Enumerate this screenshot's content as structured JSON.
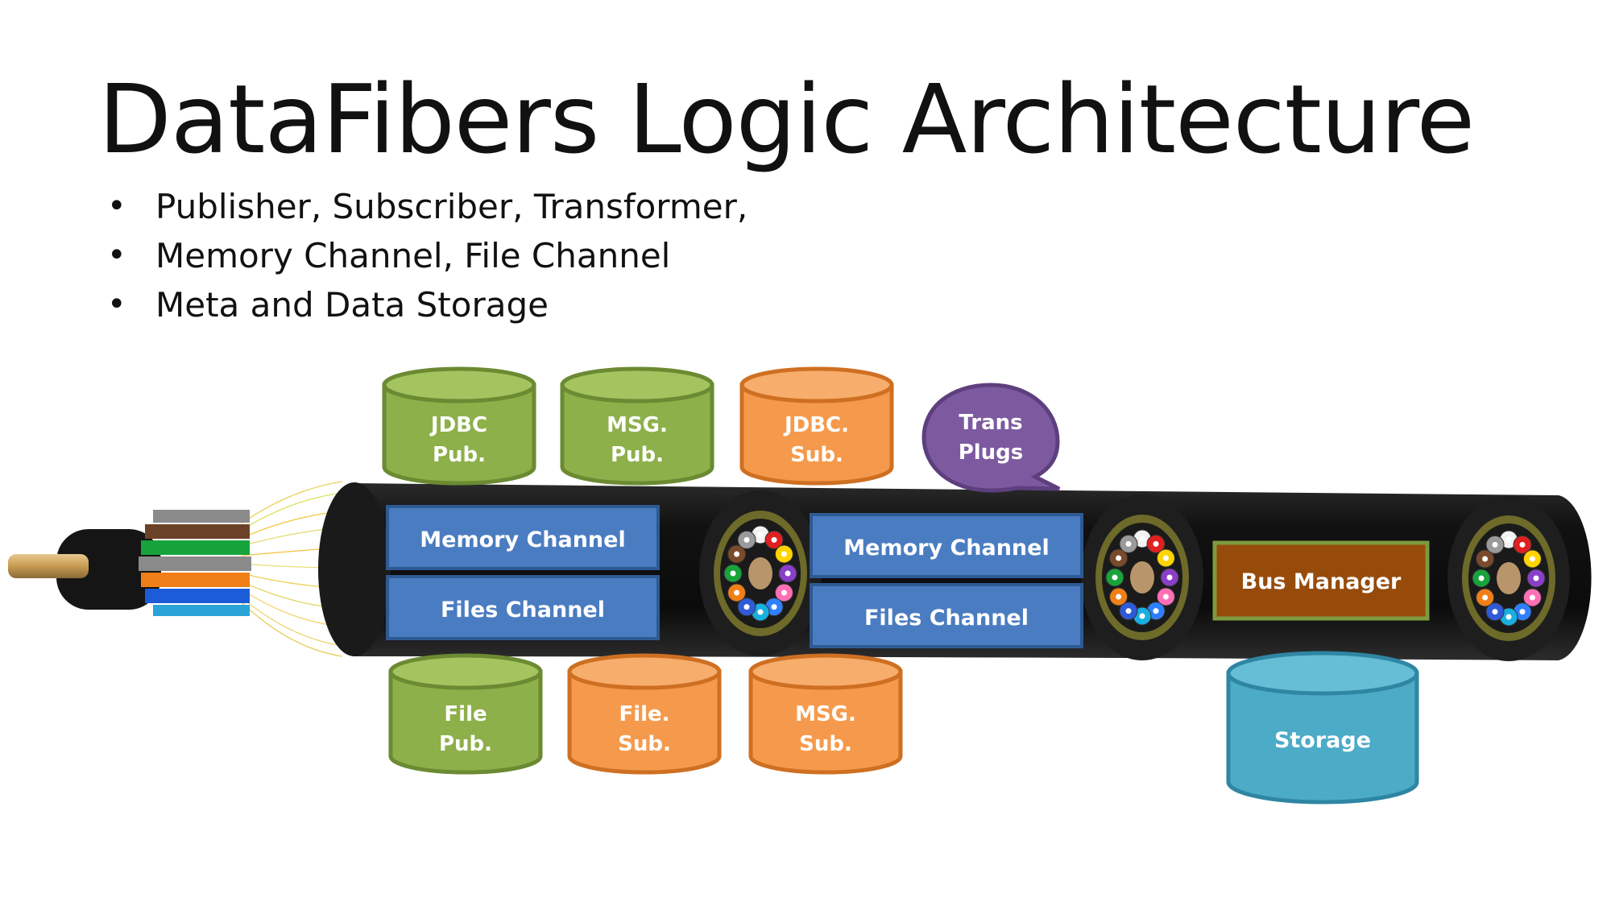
{
  "title": "DataFibers Logic Architecture",
  "bullets": [
    "Publisher, Subscriber, Transformer,",
    "Memory Channel, File Channel",
    "Meta and Data Storage"
  ],
  "colors": {
    "green": "#8db04a",
    "orange": "#f59a4c",
    "blue": "#4a7cc1",
    "purple": "#7d5aa0",
    "brown": "#964b0b",
    "teal": "#4cabc6",
    "cable": "#121212"
  },
  "cylinders_top": [
    {
      "line1": "JDBC",
      "line2": "Pub.",
      "color": "green"
    },
    {
      "line1": "MSG.",
      "line2": "Pub.",
      "color": "green"
    },
    {
      "line1": "JDBC.",
      "line2": "Sub.",
      "color": "orange"
    }
  ],
  "callout": {
    "line1": "Trans",
    "line2": "Plugs"
  },
  "channels_left": {
    "memory": "Memory Channel",
    "files": "Files Channel"
  },
  "channels_mid": {
    "memory": "Memory Channel",
    "files": "Files Channel"
  },
  "bus_manager": "Bus Manager",
  "cylinders_bottom": [
    {
      "line1": "File",
      "line2": "Pub.",
      "color": "green"
    },
    {
      "line1": "File.",
      "line2": "Sub.",
      "color": "orange"
    },
    {
      "line1": "MSG.",
      "line2": "Sub.",
      "color": "orange"
    }
  ],
  "storage": "Storage"
}
